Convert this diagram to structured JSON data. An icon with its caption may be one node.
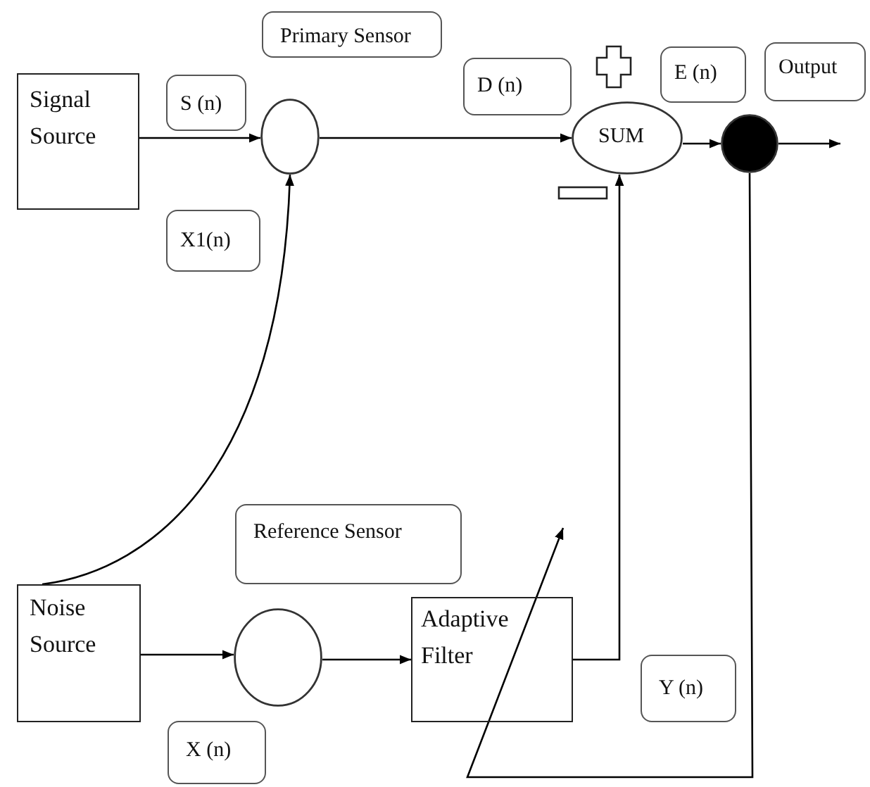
{
  "diagram": {
    "nodes": [
      {
        "text": [
          "Primary Sensor"
        ]
      },
      {
        "text": [
          "E (n)"
        ]
      },
      {
        "text": [
          "Output"
        ]
      },
      {
        "text": [
          "D (n)"
        ]
      },
      {
        "text": [
          "S (n)"
        ]
      },
      {
        "text": [
          "Signal Source"
        ]
      },
      {
        "text": [],
        "shape": "circle"
      },
      {
        "text": [
          "SUM"
        ]
      },
      {
        "text": [],
        "shape": "circle"
      },
      {
        "text": [
          "X1(n)"
        ]
      },
      {
        "text": [
          "Reference Sensor"
        ]
      },
      {
        "text": [
          "Noise Source"
        ]
      },
      {
        "text": [],
        "shape": "circle"
      },
      {
        "text": [
          "Adaptive Filter"
        ]
      },
      {
        "text": [
          "Y (n)"
        ]
      },
      {
        "text": [
          "X (n)"
        ]
      }
    ],
    "edges": [
      {
        "from": 5,
        "to": 6,
        "arrow": "to"
      },
      {
        "from": 11,
        "to": 6,
        "arrow": "to"
      },
      {
        "from": 6,
        "to": 7,
        "arrow": "to"
      },
      {
        "from": 7,
        "to": 8,
        "arrow": "to"
      },
      {
        "from": 8,
        "to": null,
        "arrow": "to"
      },
      {
        "from": 11,
        "to": 12,
        "arrow": "to"
      },
      {
        "from": 12,
        "to": 13,
        "arrow": "to"
      },
      {
        "from": 13,
        "to": 7,
        "arrow": "to"
      },
      {
        "from": 8,
        "to": null,
        "arrow": "to"
      }
    ]
  }
}
